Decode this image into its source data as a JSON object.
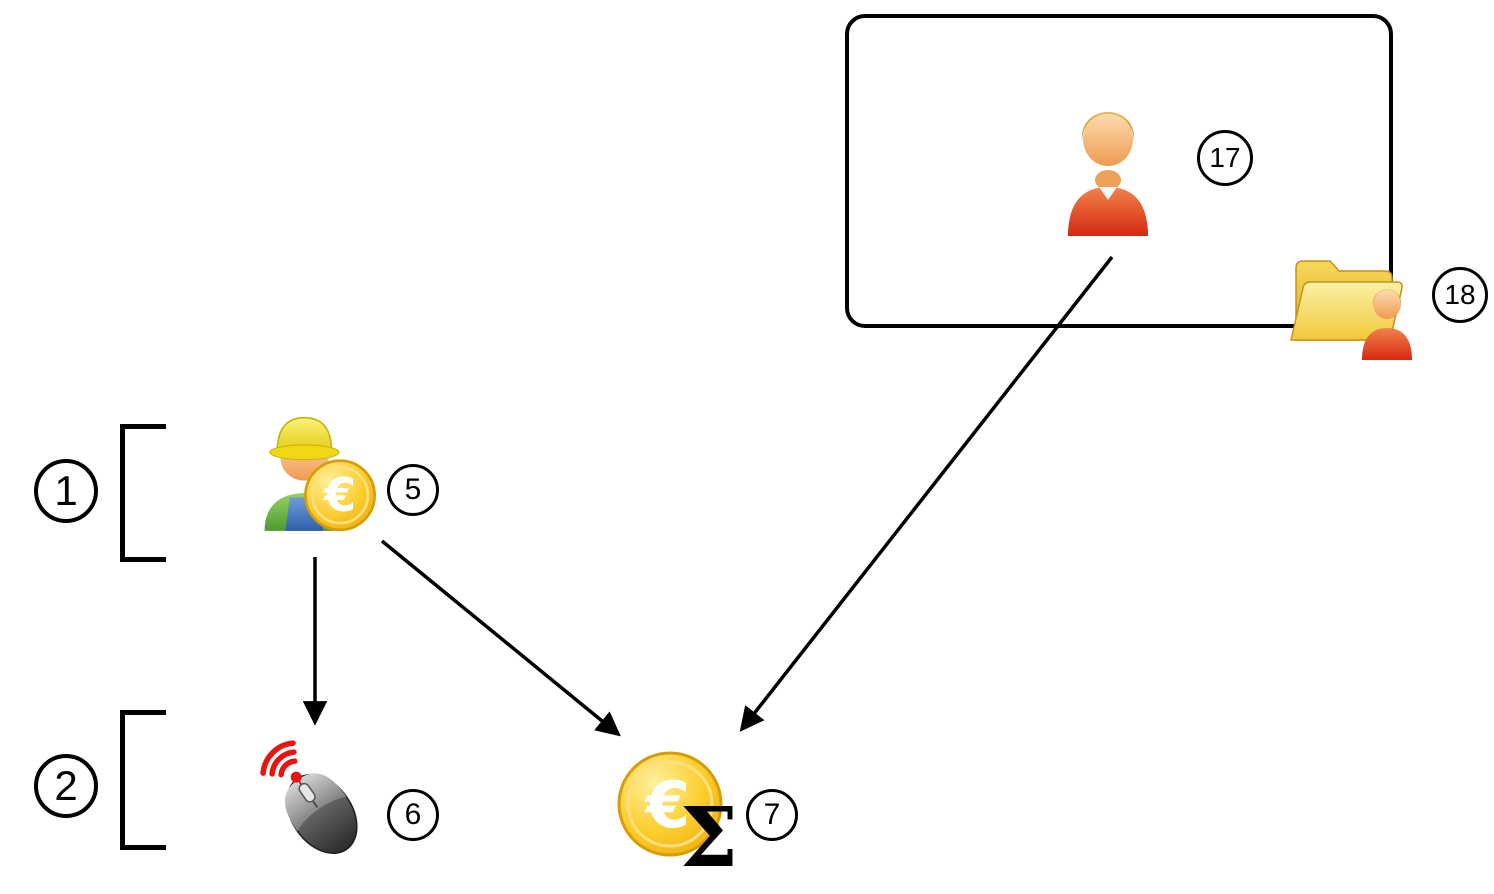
{
  "diagram": {
    "kind": "flow-diagram",
    "background_color": "#ffffff",
    "line_color": "#000000",
    "glyphs": {
      "euro": "€",
      "sigma": "Σ"
    },
    "groups": [
      {
        "badge": "1",
        "contains": "worker-with-euro-coin"
      },
      {
        "badge": "2",
        "contains": "wireless-mouse"
      }
    ],
    "nodes": [
      {
        "badge": "5",
        "icon": "worker-with-euro-coin-icon"
      },
      {
        "badge": "6",
        "icon": "wireless-mouse-icon"
      },
      {
        "badge": "7",
        "icon": "euro-coin-with-sigma-icon"
      },
      {
        "badge": "17",
        "icon": "person-icon",
        "inside": "rounded-box"
      },
      {
        "badge": "18",
        "icon": "folder-with-person-icon",
        "at": "rounded-box-bottom-right-corner"
      }
    ],
    "edges": [
      {
        "from": "5",
        "to": "6"
      },
      {
        "from": "5",
        "to": "7"
      },
      {
        "from": "17",
        "to": "7"
      }
    ],
    "colors": {
      "coin_gold": "#FBCE2B",
      "coin_rim": "#D89C06",
      "shirt_red": "#D5290F",
      "helmet_yellow": "#EFD914",
      "overalls_blue": "#2F5FA8",
      "shirt_green": "#4D9A33",
      "mouse_dark": "#2B2B2B",
      "signal_red": "#E8140F",
      "folder_yellow": "#F1C93B",
      "skin": "#EF9B50",
      "hair_brown": "#B97C1E"
    }
  }
}
